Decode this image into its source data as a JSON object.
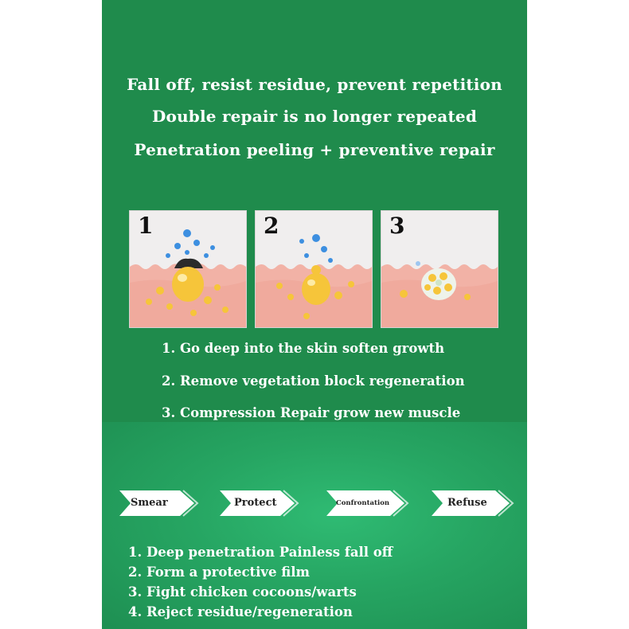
{
  "headlines": {
    "line1": "Fall off, resist residue, prevent repetition",
    "line2": "Double repair is no longer repeated",
    "line3": "Penetration peeling + preventive repair"
  },
  "steps": [
    {
      "number": "1",
      "icon": "skin-growth-softening-illustration"
    },
    {
      "number": "2",
      "icon": "growth-removal-illustration"
    },
    {
      "number": "3",
      "icon": "skin-repair-illustration"
    }
  ],
  "points": [
    "1. Go deep into the skin soften growth",
    "2. Remove vegetation block regeneration",
    "3. Compression Repair grow new muscle"
  ],
  "process": [
    {
      "label": "Smear",
      "icon": "chevron-arrow-icon"
    },
    {
      "label": "Protect",
      "icon": "chevron-arrow-icon"
    },
    {
      "label": "Confrontation",
      "icon": "chevron-arrow-icon"
    },
    {
      "label": "Refuse",
      "icon": "chevron-arrow-icon"
    }
  ],
  "benefits": [
    "1. Deep penetration Painless fall off",
    "2. Form a protective film",
    "3. Fight chicken cocoons/warts",
    "4. Reject residue/regeneration"
  ],
  "colors": {
    "panel_green": "#1f8b4c",
    "bottom_green": "#26a562",
    "skin": "#f2b2a6",
    "droplet_yellow": "#f6c53a",
    "bubble_blue": "#3d8fe0"
  }
}
